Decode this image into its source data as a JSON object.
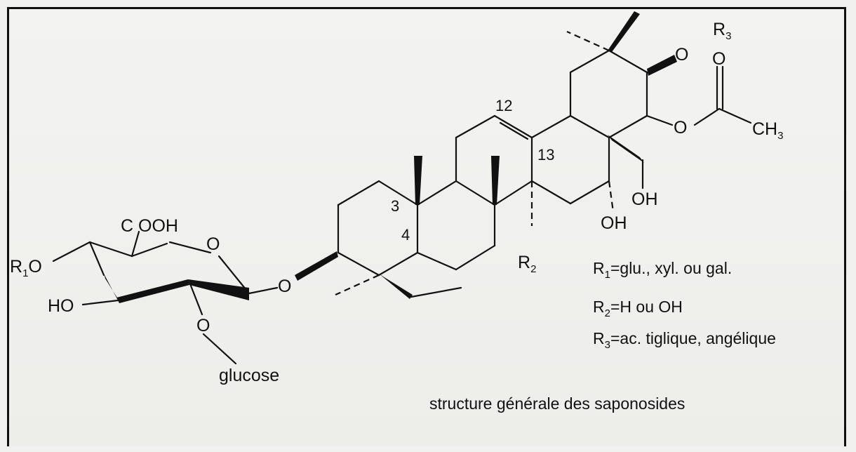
{
  "atoms": {
    "cooh": "C OOH",
    "ring_o": "O",
    "r1": "R",
    "r1_sub": "1",
    "r1_o": "O",
    "ho": "HO",
    "o_glyco": "O",
    "o_glucose": "O",
    "glucose": "glucose",
    "o_link": "O",
    "o_r3": "O",
    "r3": "R",
    "r3_sub": "3",
    "o_carbonyl": "O",
    "o_ester": "O",
    "ch3": "CH",
    "ch3_sub": "3",
    "oh_ch2": "OH",
    "oh_16": "OH",
    "r2": "R",
    "r2_sub": "2"
  },
  "numbers": {
    "c12": "12",
    "c13": "13",
    "c3": "3",
    "c4": "4"
  },
  "legend": {
    "r1_label": "R",
    "r1_sub": "1",
    "r1_value": "=glu., xyl. ou gal.",
    "r2_label": "R",
    "r2_sub": "2",
    "r2_value": "=H ou OH",
    "r3_label": "R",
    "r3_sub": "3",
    "r3_value": "=ac. tiglique, angélique"
  },
  "caption": "structure générale des saponosides"
}
